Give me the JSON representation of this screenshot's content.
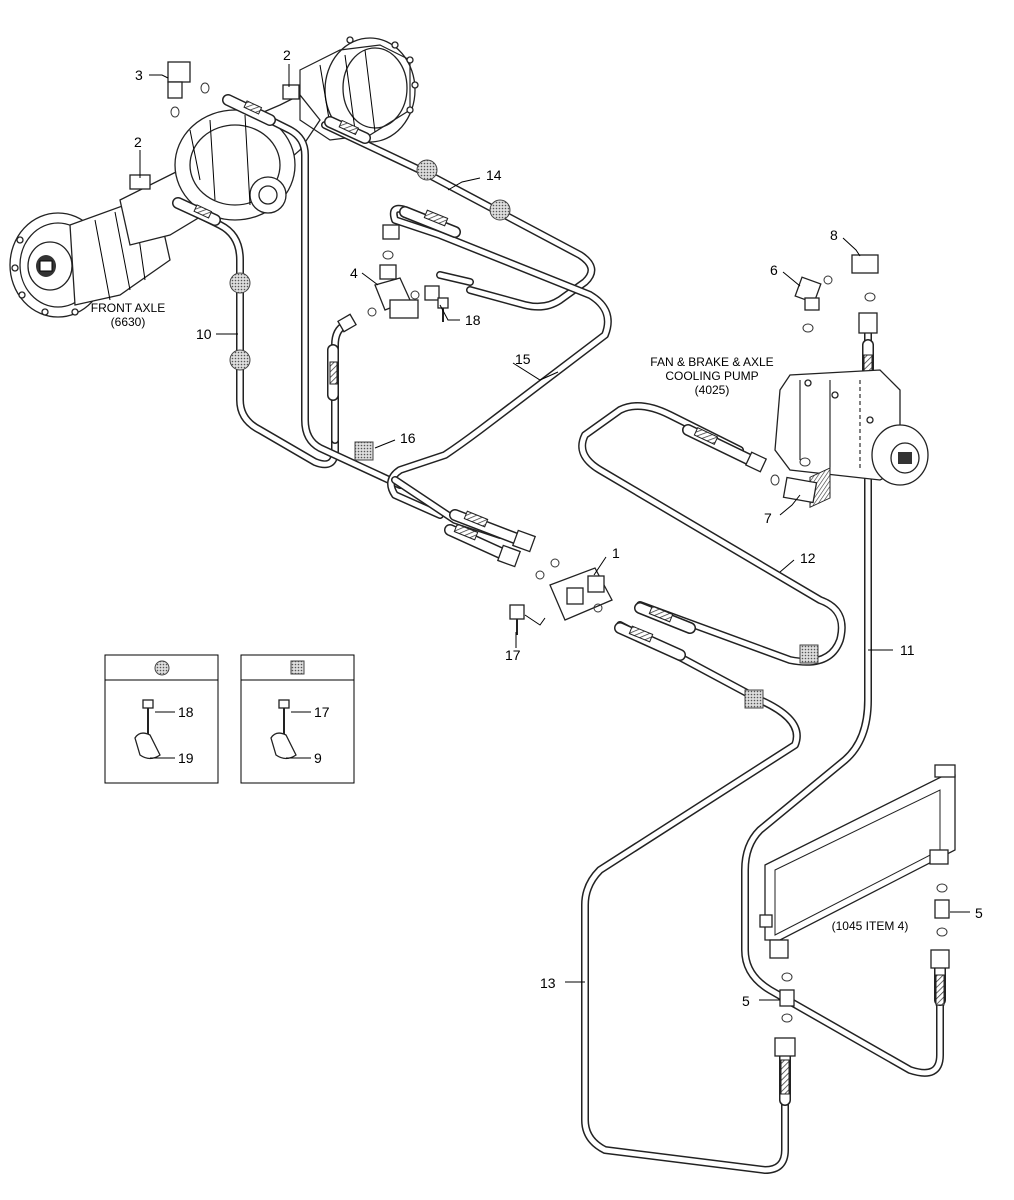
{
  "callouts": {
    "c1": "1",
    "c2a": "2",
    "c2b": "2",
    "c3": "3",
    "c4": "4",
    "c5a": "5",
    "c5b": "5",
    "c6": "6",
    "c7": "7",
    "c8": "8",
    "c10": "10",
    "c11": "11",
    "c12": "12",
    "c13": "13",
    "c14": "14",
    "c15": "15",
    "c16": "16",
    "c17": "17",
    "c18": "18"
  },
  "captions": {
    "front_axle_line1": "FRONT AXLE",
    "front_axle_line2": "(6630)",
    "pump_line1": "FAN & BRAKE & AXLE",
    "pump_line2": "COOLING PUMP",
    "pump_line3": "(4025)",
    "cooler": "(1045 ITEM 4)"
  },
  "legend": {
    "circle_box": {
      "bolt": "18",
      "clamp": "19"
    },
    "square_box": {
      "bolt": "17",
      "clamp": "9"
    }
  }
}
